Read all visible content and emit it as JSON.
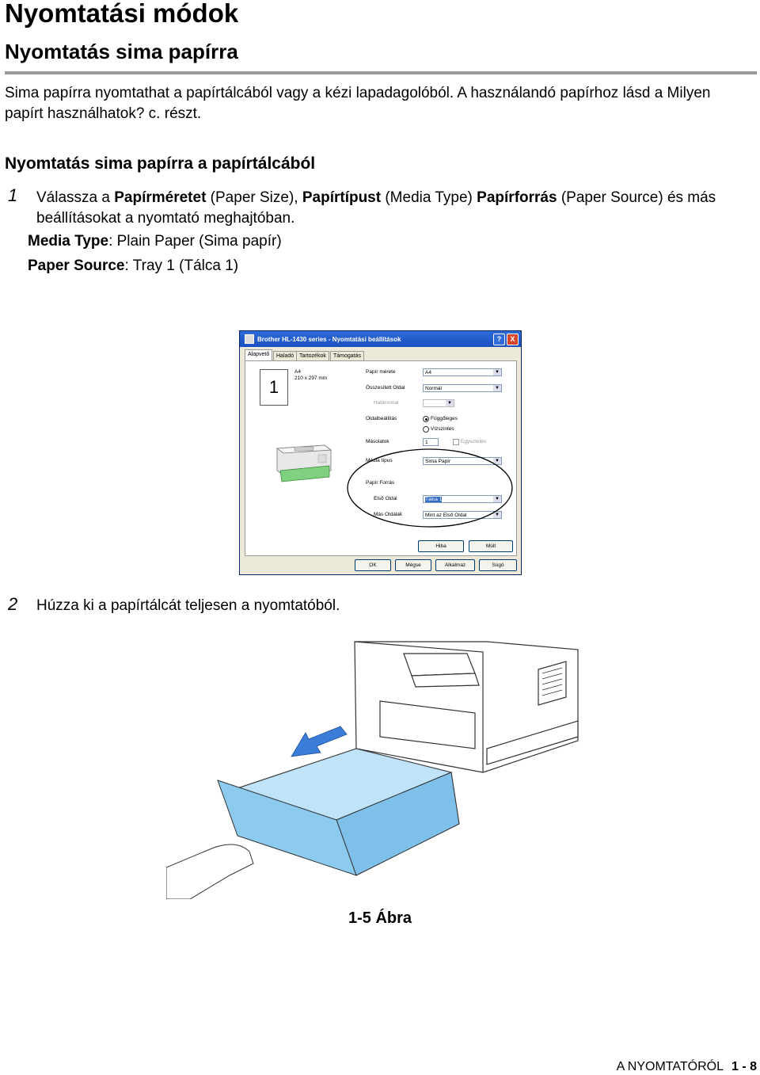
{
  "title": "Nyomtatási módok",
  "section_title": "Nyomtatás sima papírra",
  "intro": "Sima papírra nyomtathat a papírtálcából vagy a kézi lapadagolóból. A használandó papírhoz lásd a Milyen papírt használhatok? c. részt.",
  "subsection_title": "Nyomtatás sima papírra a papírtálcából",
  "step1": {
    "number": "1",
    "t1": "Válassza a ",
    "b1": "Papírméretet",
    "t2": " (Paper Size), ",
    "b2": "Papírtípust",
    "t3": " (Media Type) ",
    "b3": "Papírforrás",
    "t4": " (Paper Source) és más beállításokat a nyomtató meghajtóban."
  },
  "settings": [
    {
      "key": "Media Type",
      "value": ": Plain Paper (Sima papír)"
    },
    {
      "key": "Paper Source",
      "value": ": Tray 1 (Tálca 1)"
    }
  ],
  "dialog": {
    "title": "Brother HL-1430 series - Nyomtatási beállítások",
    "help_btn": "?",
    "close_btn": "X",
    "tabs": [
      "Alapvető",
      "Haladó",
      "Tartozékok",
      "Támogatás"
    ],
    "page_number": "1",
    "paper_info": [
      "A4",
      "210 x 297 mm"
    ],
    "labels": {
      "paper_size": "Papír mérete",
      "pages_per_sheet": "Összesített Oldal",
      "border": "Határvonal",
      "orientation": "Oldalbeállítás",
      "portrait": "Függőleges",
      "landscape": "Vízszintes",
      "copies": "Másolatok",
      "collate": "Egyeztetés",
      "media_type": "Média típus",
      "paper_source": "Papír Forrás",
      "first_page": "Első Oldal",
      "other_pages": "Más Oldalak"
    },
    "values": {
      "paper_size": "A4",
      "pages_per_sheet": "Normál",
      "copies": "1",
      "media_type": "Sima Papír",
      "first_page": "Tálca 1",
      "other_pages": "Mint az Első Oldal"
    },
    "buttons": {
      "help": "Súgó",
      "defaults": "Hiba",
      "about": "Múlt",
      "ok": "OK",
      "cancel": "Mégse",
      "apply": "Alkalmaz",
      "help2": "Súgó"
    }
  },
  "step2": {
    "number": "2",
    "text": "Húzza ki a papírtálcát teljesen a nyomtatóból."
  },
  "figure_caption": "1-5  Ábra",
  "footer": {
    "section": "A NYOMTATÓRÓL",
    "page": "1 - 8"
  }
}
